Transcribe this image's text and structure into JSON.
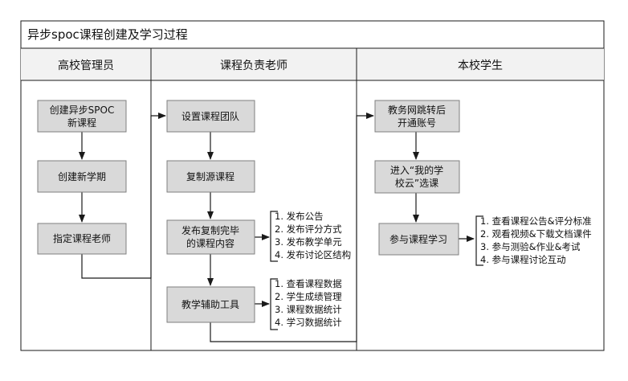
{
  "title": "异步spoc课程创建及学习过程",
  "lanes": [
    {
      "label": "高校管理员"
    },
    {
      "label": "课程负责老师"
    },
    {
      "label": "本校学生"
    }
  ],
  "boxes": {
    "create_course": [
      "创建异步SPOC",
      "新课程"
    ],
    "new_term": [
      "创建新学期"
    ],
    "assign_teacher": [
      "指定课程老师"
    ],
    "setup_team": [
      "设置课程团队"
    ],
    "copy_source": [
      "复制源课程"
    ],
    "publish_content": [
      "发布复制完毕",
      "的课程内容"
    ],
    "teaching_tools": [
      "教学辅助工具"
    ],
    "open_account": [
      "教务网跳转后",
      "开通账号"
    ],
    "enter_cloud": [
      "进入“我的学",
      "校云”选课"
    ],
    "join_learning": [
      "参与课程学习"
    ]
  },
  "notes": {
    "publish": [
      "1. 发布公告",
      "2. 发布评分方式",
      "3. 发布教学单元",
      "4. 发布讨论区结构"
    ],
    "tools": [
      "1. 查看课程数据",
      "2. 学生成绩管理",
      "3. 课程数据统计",
      "4. 学习数据统计"
    ],
    "student": [
      "1. 查看课程公告&评分标准",
      "2. 观看视频&下载文档课件",
      "3. 参与测验&作业&考试",
      "4. 参与课程讨论互动"
    ]
  },
  "colors": {
    "box_fill": "#d9d9d9",
    "box_stroke": "#7f7f7f",
    "line": "#1a1a1a",
    "header_fill": "#f2f2f2"
  }
}
